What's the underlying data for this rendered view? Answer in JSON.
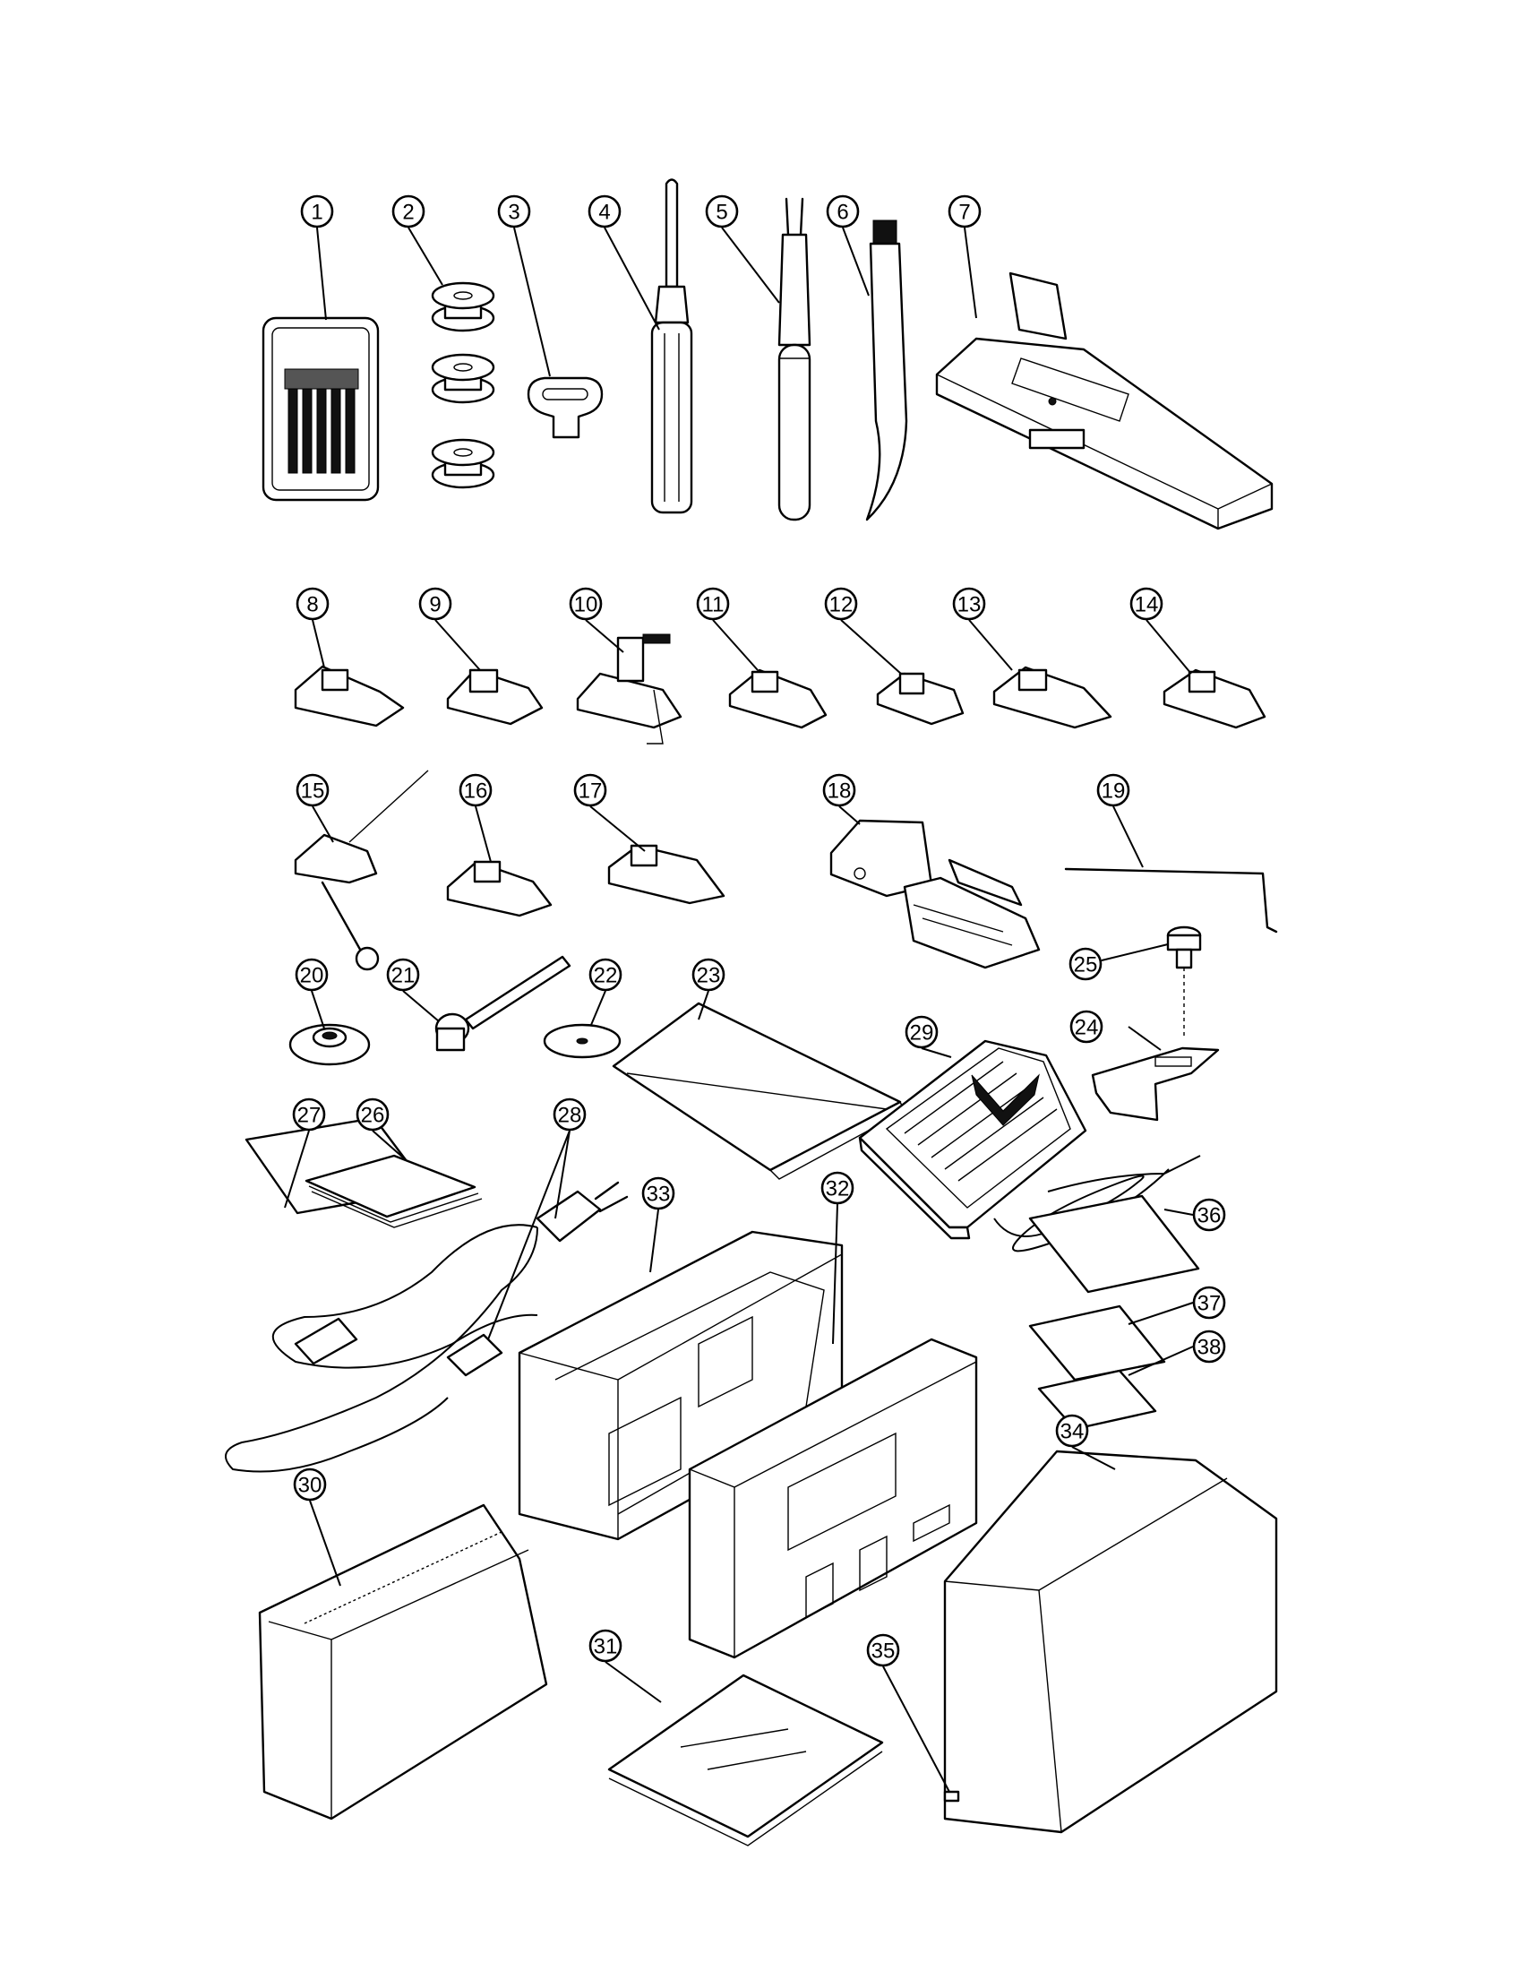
{
  "diagram": {
    "parts": [
      {
        "number": "1",
        "icon": "needle-pack-icon"
      },
      {
        "number": "2",
        "icon": "bobbins-icon"
      },
      {
        "number": "3",
        "icon": "disc-screwdriver-icon"
      },
      {
        "number": "4",
        "icon": "screwdriver-icon"
      },
      {
        "number": "5",
        "icon": "seam-ripper-icon"
      },
      {
        "number": "6",
        "icon": "lint-brush-icon"
      },
      {
        "number": "7",
        "icon": "buttonhole-foot-icon"
      },
      {
        "number": "8",
        "icon": "presser-foot-icon"
      },
      {
        "number": "9",
        "icon": "presser-foot-icon"
      },
      {
        "number": "10",
        "icon": "overcasting-foot-icon"
      },
      {
        "number": "11",
        "icon": "presser-foot-icon"
      },
      {
        "number": "12",
        "icon": "presser-foot-icon"
      },
      {
        "number": "13",
        "icon": "presser-foot-icon"
      },
      {
        "number": "14",
        "icon": "presser-foot-icon"
      },
      {
        "number": "15",
        "icon": "darning-foot-icon"
      },
      {
        "number": "16",
        "icon": "presser-foot-icon"
      },
      {
        "number": "17",
        "icon": "presser-foot-icon"
      },
      {
        "number": "18",
        "icon": "walking-foot-icon"
      },
      {
        "number": "19",
        "icon": "quilting-guide-icon"
      },
      {
        "number": "20",
        "icon": "spool-cap-icon"
      },
      {
        "number": "21",
        "icon": "spool-pin-icon"
      },
      {
        "number": "22",
        "icon": "felt-disc-icon"
      },
      {
        "number": "23",
        "icon": "envelope-icon"
      },
      {
        "number": "24",
        "icon": "seam-guide-icon"
      },
      {
        "number": "25",
        "icon": "thumb-screw-icon"
      },
      {
        "number": "26",
        "icon": "booklet-icon"
      },
      {
        "number": "27",
        "icon": "bag-icon"
      },
      {
        "number": "28",
        "icon": "power-cord-icon"
      },
      {
        "number": "29",
        "icon": "foot-controller-icon"
      },
      {
        "number": "30",
        "icon": "dust-cover-icon"
      },
      {
        "number": "31",
        "icon": "manual-icon"
      },
      {
        "number": "32",
        "icon": "packing-foam-icon"
      },
      {
        "number": "33",
        "icon": "packing-foam-icon"
      },
      {
        "number": "34",
        "icon": "carton-box-icon"
      },
      {
        "number": "35",
        "icon": "label-icon"
      },
      {
        "number": "36",
        "icon": "sheet-icon"
      },
      {
        "number": "37",
        "icon": "sheet-icon"
      },
      {
        "number": "38",
        "icon": "sheet-icon"
      }
    ]
  }
}
